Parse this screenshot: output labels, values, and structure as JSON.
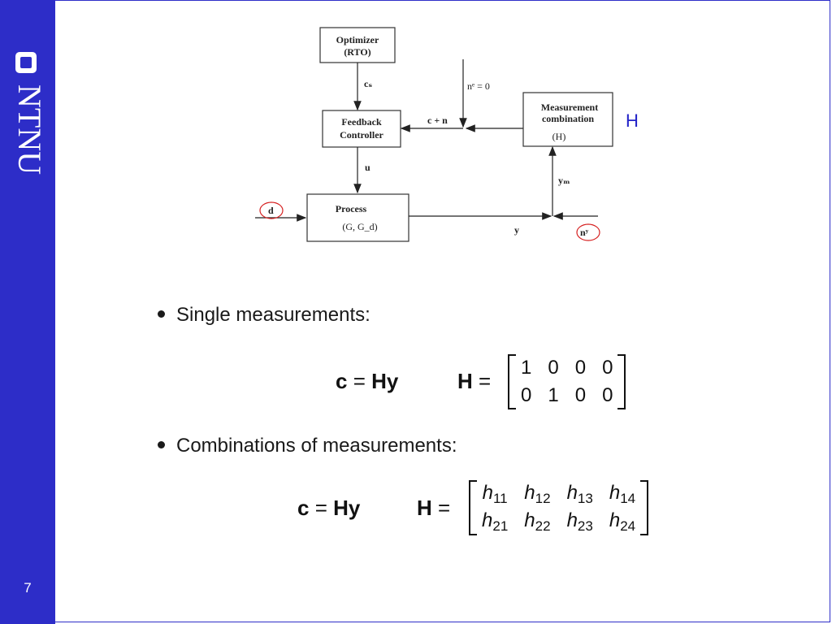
{
  "sidebar": {
    "logo_text": "NTNU",
    "page_number": "7",
    "color": "#2d2dc8"
  },
  "diagram": {
    "optimizer": [
      "Optimizer",
      "(RTO)"
    ],
    "cs": "cₛ",
    "ne": "nᵉ = 0",
    "feedback": [
      "Feedback",
      "Controller"
    ],
    "cpn": "c + n",
    "measurement": [
      "Measurement",
      "combination",
      "(H)"
    ],
    "u": "u",
    "ym": "yₘ",
    "d": "d",
    "process": [
      "Process",
      "(G, G_d)"
    ],
    "y": "y",
    "ny": "nʸ",
    "h_annotation": "H",
    "circle_color": "#d62020"
  },
  "bullets": [
    {
      "text": "Single measurements:"
    },
    {
      "text": "Combinations of measurements:"
    }
  ],
  "eq1": {
    "lhs_c": "c",
    "eq_sign": "=",
    "rhs": "Hy",
    "h": "H",
    "matrix": [
      [
        "1",
        "0",
        "0",
        "0"
      ],
      [
        "0",
        "1",
        "0",
        "0"
      ]
    ]
  },
  "eq2": {
    "lhs_c": "c",
    "eq_sign": "=",
    "rhs": "Hy",
    "h": "H",
    "matrix": [
      [
        "11",
        "12",
        "13",
        "14"
      ],
      [
        "21",
        "22",
        "23",
        "24"
      ]
    ],
    "cell_symbol": "h"
  }
}
